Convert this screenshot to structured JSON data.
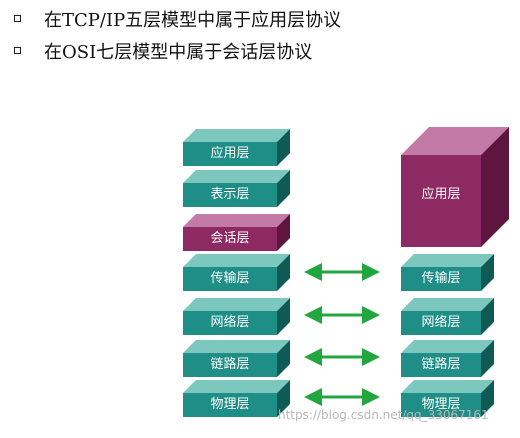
{
  "bullets": [
    "在TCP/IP五层模型中属于应用层协议",
    "在OSI七层模型中属于会话层协议"
  ],
  "diagram": {
    "osi_layers": [
      "应用层",
      "表示层",
      "会话层",
      "传输层",
      "网络层",
      "链路层",
      "物理层"
    ],
    "tcpip_layers": [
      "应用层",
      "传输层",
      "网络层",
      "链路层",
      "物理层"
    ],
    "highlighted_layer": "会话层"
  },
  "colors": {
    "teal_front": "#1f8e86",
    "teal_top": "#7cc7be",
    "teal_side": "#0f5a55",
    "magenta_front": "#8e2a63",
    "magenta_top": "#c47aa6",
    "magenta_side": "#5e1540",
    "arrow": "#22a640"
  },
  "watermark": "https://blog.csdn.net/qq_33067161"
}
